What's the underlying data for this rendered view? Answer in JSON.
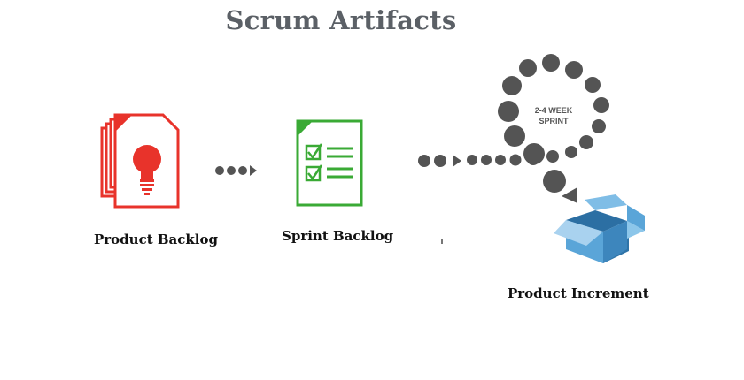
{
  "title": "Scrum Artifacts",
  "sprint_label_line1": "2-4 WEEK",
  "sprint_label_line2": "SPRINT",
  "artifacts": [
    {
      "name": "Product Backlog",
      "icon": "lightbulb-document-stack-icon"
    },
    {
      "name": "Sprint Backlog",
      "icon": "checklist-document-icon"
    },
    {
      "name": "Product Increment",
      "icon": "open-box-icon"
    }
  ],
  "colors": {
    "title": "#5b6066",
    "backlog_red": "#e8332b",
    "sprint_green": "#3aaa35",
    "dot_gray": "#545454",
    "box_blue": "#5aa5d8",
    "box_blue_dark": "#3d86bd",
    "box_blue_light": "#a9d2ef"
  }
}
